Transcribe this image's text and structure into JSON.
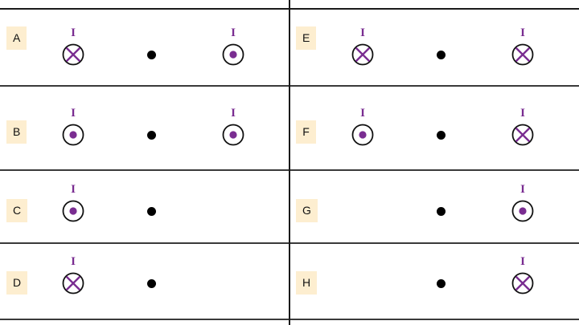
{
  "figure": {
    "title": "Magnetic field configurations: pairs of current-carrying wires with field point",
    "colors": {
      "current_purple": "#7a2d91",
      "label_chip_background": "#fdeed0",
      "field_point_black": "#000000",
      "rule_line": "#1a1a1a",
      "page_background": "#ffffff"
    },
    "symbol_legend": {
      "into_page": "circle-with-x",
      "out_of_page": "circle-with-dot",
      "field_point": "solid-black-dot"
    },
    "current_label": "I",
    "columns": 2,
    "rows": 4
  },
  "panels": [
    {
      "id": "A",
      "label": "A",
      "column": "left",
      "row": 1,
      "left_wire": {
        "present": true,
        "direction": "into-page",
        "symbol": "circle-with-x",
        "current_label": "I"
      },
      "field_point": {
        "present": true
      },
      "right_wire": {
        "present": true,
        "direction": "out-of-page",
        "symbol": "circle-with-dot",
        "current_label": "I"
      }
    },
    {
      "id": "B",
      "label": "B",
      "column": "left",
      "row": 2,
      "left_wire": {
        "present": true,
        "direction": "out-of-page",
        "symbol": "circle-with-dot",
        "current_label": "I"
      },
      "field_point": {
        "present": true
      },
      "right_wire": {
        "present": true,
        "direction": "out-of-page",
        "symbol": "circle-with-dot",
        "current_label": "I"
      }
    },
    {
      "id": "C",
      "label": "C",
      "column": "left",
      "row": 3,
      "left_wire": {
        "present": true,
        "direction": "out-of-page",
        "symbol": "circle-with-dot",
        "current_label": "I"
      },
      "field_point": {
        "present": true
      },
      "right_wire": {
        "present": false,
        "direction": null,
        "symbol": null,
        "current_label": null
      }
    },
    {
      "id": "D",
      "label": "D",
      "column": "left",
      "row": 4,
      "left_wire": {
        "present": true,
        "direction": "into-page",
        "symbol": "circle-with-x",
        "current_label": "I"
      },
      "field_point": {
        "present": true
      },
      "right_wire": {
        "present": false,
        "direction": null,
        "symbol": null,
        "current_label": null
      }
    },
    {
      "id": "E",
      "label": "E",
      "column": "right",
      "row": 1,
      "left_wire": {
        "present": true,
        "direction": "into-page",
        "symbol": "circle-with-x",
        "current_label": "I"
      },
      "field_point": {
        "present": true
      },
      "right_wire": {
        "present": true,
        "direction": "into-page",
        "symbol": "circle-with-x",
        "current_label": "I"
      }
    },
    {
      "id": "F",
      "label": "F",
      "column": "right",
      "row": 2,
      "left_wire": {
        "present": true,
        "direction": "out-of-page",
        "symbol": "circle-with-dot",
        "current_label": "I"
      },
      "field_point": {
        "present": true
      },
      "right_wire": {
        "present": true,
        "direction": "into-page",
        "symbol": "circle-with-x",
        "current_label": "I"
      }
    },
    {
      "id": "G",
      "label": "G",
      "column": "right",
      "row": 3,
      "left_wire": {
        "present": false,
        "direction": null,
        "symbol": null,
        "current_label": null
      },
      "field_point": {
        "present": true
      },
      "right_wire": {
        "present": true,
        "direction": "out-of-page",
        "symbol": "circle-with-dot",
        "current_label": "I"
      }
    },
    {
      "id": "H",
      "label": "H",
      "column": "right",
      "row": 4,
      "left_wire": {
        "present": false,
        "direction": null,
        "symbol": null,
        "current_label": null
      },
      "field_point": {
        "present": true
      },
      "right_wire": {
        "present": true,
        "direction": "into-page",
        "symbol": "circle-with-x",
        "current_label": "I"
      }
    }
  ]
}
